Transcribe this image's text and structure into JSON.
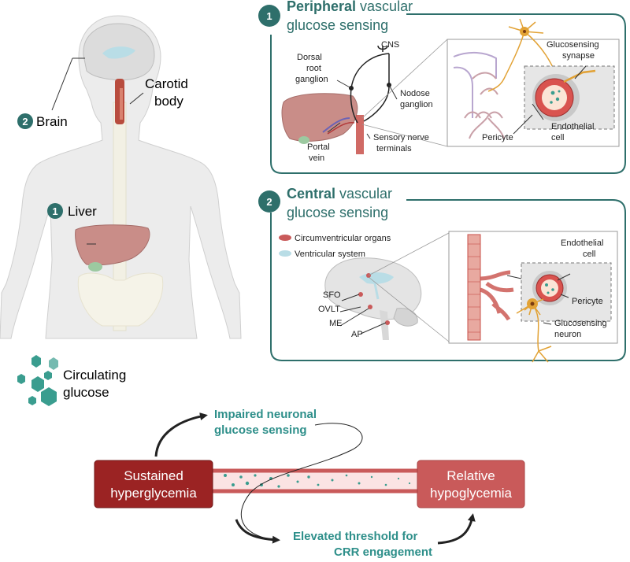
{
  "body_labels": {
    "brain_num": "2",
    "brain": "Brain",
    "carotid_line1": "Carotid",
    "carotid_line2": "body",
    "liver_num": "1",
    "liver": "Liver"
  },
  "circulating": {
    "line1": "Circulating",
    "line2": "glucose"
  },
  "peripheral": {
    "num": "1",
    "title_bold": "Peripheral",
    "title_rest": " vascular",
    "title_line2": "glucose sensing",
    "cns": "CNS",
    "drg_l1": "Dorsal",
    "drg_l2": "root",
    "drg_l3": "ganglion",
    "nodose_l1": "Nodose",
    "nodose_l2": "ganglion",
    "portal_l1": "Portal",
    "portal_l2": "vein",
    "sensory_l1": "Sensory nerve",
    "sensory_l2": "terminals",
    "synapse_l1": "Glucosensing",
    "synapse_l2": "synapse",
    "endo_l1": "Endothelial",
    "endo_l2": "cell",
    "pericyte": "Pericyte"
  },
  "central": {
    "num": "2",
    "title_bold": "Central",
    "title_rest": " vascular",
    "title_line2": "glucose sensing",
    "legend_cvo": "Circumventricular organs",
    "legend_vent": "Ventricular system",
    "sfo": "SFO",
    "ovlt": "OVLT",
    "me": "ME",
    "ap": "AP",
    "endo_l1": "Endothelial",
    "endo_l2": "cell",
    "pericyte": "Pericyte",
    "neuron_l1": "Glucosensing",
    "neuron_l2": "neuron"
  },
  "flow": {
    "impaired_l1": "Impaired neuronal",
    "impaired_l2": "glucose sensing",
    "sustained_l1": "Sustained",
    "sustained_l2": "hyperglycemia",
    "relative_l1": "Relative",
    "relative_l2": "hypoglycemia",
    "elevated_l1": "Elevated threshold for",
    "elevated_l2": "CRR engagement"
  },
  "colors": {
    "teal": "#2e6f6b",
    "glucose_green": "#3a9d8f",
    "hyper_red": "#9b2323",
    "hypo_red": "#c95a5a",
    "liver": "#c98d88",
    "ventricle": "#b9dde6"
  }
}
